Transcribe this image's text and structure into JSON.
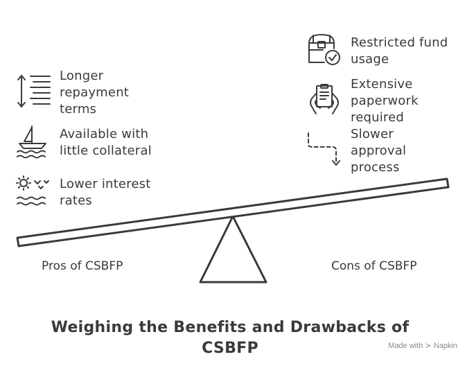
{
  "pros": {
    "caption": "Pros of CSBFP",
    "items": [
      {
        "icon": "repayment-terms-icon",
        "lines": [
          "Longer",
          "repayment",
          "terms"
        ]
      },
      {
        "icon": "sailboat-icon",
        "lines": [
          "Available with",
          "little collateral"
        ]
      },
      {
        "icon": "weather-icon",
        "lines": [
          "Lower interest",
          "rates"
        ]
      }
    ]
  },
  "cons": {
    "caption": "Cons of CSBFP",
    "items": [
      {
        "icon": "treasure-chest-icon",
        "lines": [
          "Restricted fund",
          "usage"
        ]
      },
      {
        "icon": "document-hands-icon",
        "lines": [
          "Extensive",
          "paperwork",
          "required"
        ]
      },
      {
        "icon": "dashed-arrow-icon",
        "lines": [
          "Slower",
          "approval",
          "process"
        ]
      }
    ]
  },
  "title_lines": [
    "Weighing the Benefits and Drawbacks of",
    "CSBFP"
  ],
  "watermark": "Made with ≻ Napkin"
}
